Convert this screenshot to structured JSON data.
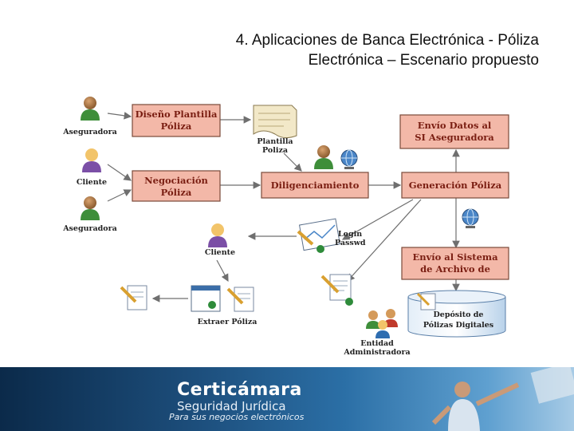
{
  "title": {
    "line1": "4. Aplicaciones de Banca Electrónica  - Póliza",
    "line2": "Electrónica – Escenario propuesto"
  },
  "actors": {
    "aseguradora1": "Aseguradora",
    "cliente1": "Cliente",
    "aseguradora2": "Aseguradora",
    "cliente2": "Cliente",
    "entidad_line1": "Entidad",
    "entidad_line2": "Administradora"
  },
  "boxes": {
    "diseno_line1": "Diseño Plantilla",
    "diseno_line2": "Póliza",
    "negociacion_line1": "Negociación",
    "negociacion_line2": "Póliza",
    "diligenciamiento": "Diligenciamiento",
    "envio_datos_line1": "Envío Datos al",
    "envio_datos_line2": "SI Aseguradora",
    "generacion": "Generación Póliza",
    "envio_archivo_line1": "Envío al Sistema",
    "envio_archivo_line2": "de Archivo de"
  },
  "labels": {
    "plantilla_line1": "Plantilla",
    "plantilla_line2": "Poliza",
    "login": "Login",
    "passwd": "Passwd",
    "extraer": "Extraer Póliza",
    "deposito_line1": "Depósito de",
    "deposito_line2": "Pólizas Digitales"
  },
  "footer": {
    "brand": "Certicámara",
    "subtitle": "Seguridad Jurídica",
    "tagline": "Para sus negocios electrónicos"
  },
  "colors": {
    "box_fill": "#f3b8a8",
    "box_text": "#7a1e12",
    "arrow": "#6f6f6f",
    "footer_dark": "#0b2a4a"
  }
}
